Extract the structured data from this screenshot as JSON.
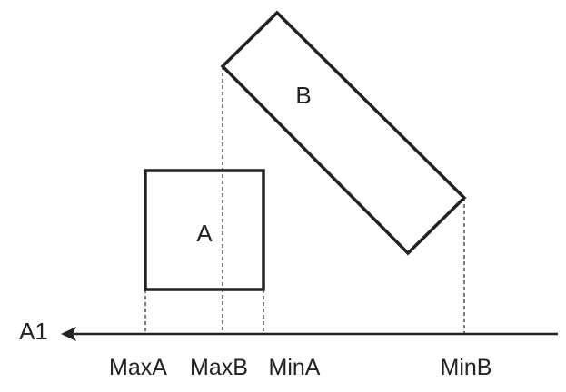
{
  "diagram": {
    "shape_a_label": "A",
    "shape_b_label": "B",
    "axis_label": "A1",
    "projections": {
      "max_a": "MaxA",
      "max_b": "MaxB",
      "min_a": "MinA",
      "min_b": "MinB"
    }
  },
  "colors": {
    "stroke": "#222222",
    "background": "#ffffff"
  }
}
